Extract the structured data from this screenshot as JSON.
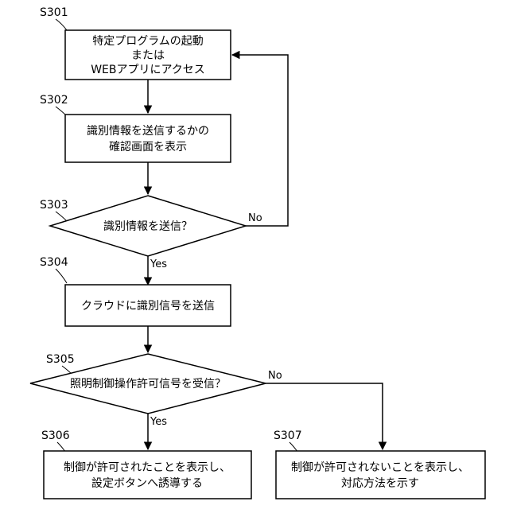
{
  "steps": {
    "s301": {
      "id": "S301",
      "lines": [
        "特定プログラムの起動",
        "または",
        "WEBアプリにアクセス"
      ]
    },
    "s302": {
      "id": "S302",
      "lines": [
        "識別情報を送信するかの",
        "確認画面を表示"
      ]
    },
    "s303": {
      "id": "S303",
      "text": "識別情報を送信？"
    },
    "s304": {
      "id": "S304",
      "text": "クラウドに識別信号を送信"
    },
    "s305": {
      "id": "S305",
      "text": "照明制御操作許可信号を受信？"
    },
    "s306": {
      "id": "S306",
      "lines": [
        "制御が許可されたことを表示し、",
        "設定ボタンへ誘導する"
      ]
    },
    "s307": {
      "id": "S307",
      "lines": [
        "制御が許可されないことを表示し、",
        "対応方法を示す"
      ]
    }
  },
  "edges": {
    "s303_no": "No",
    "s303_yes": "Yes",
    "s305_no": "No",
    "s305_yes": "Yes"
  }
}
